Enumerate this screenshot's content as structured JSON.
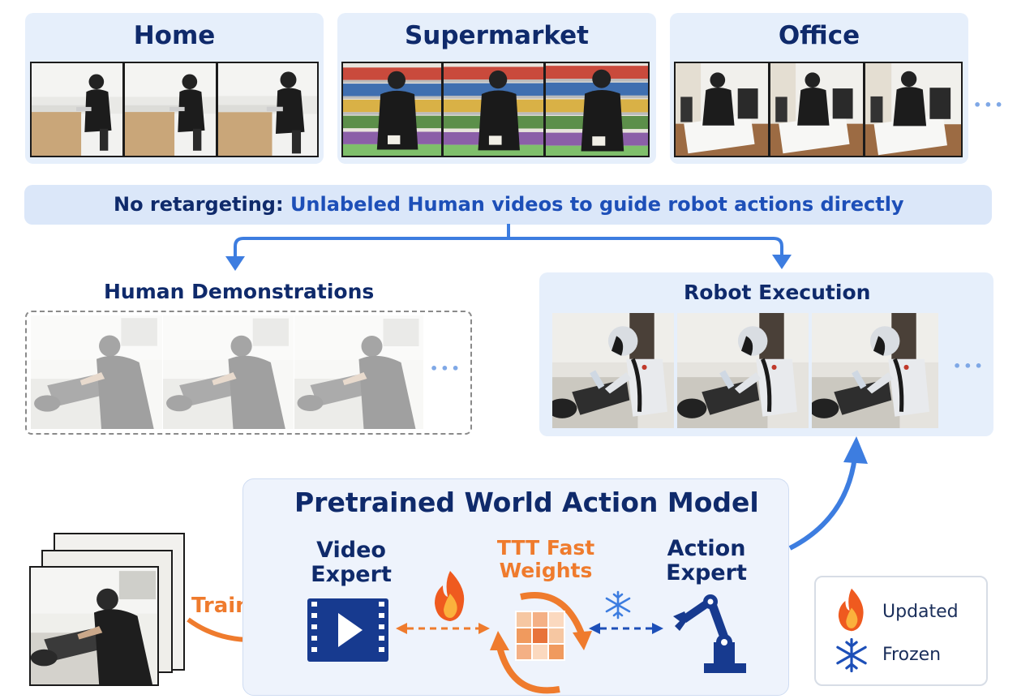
{
  "scenes": [
    {
      "title": "Home"
    },
    {
      "title": "Supermarket"
    },
    {
      "title": "Office"
    }
  ],
  "banner": {
    "prefix": "No retargeting:",
    "text": "Unlabeled Human videos to guide robot actions directly"
  },
  "human_demos": {
    "title": "Human Demonstrations"
  },
  "robot_exec": {
    "title": "Robot Execution"
  },
  "model": {
    "title": "Pretrained World Action Model",
    "video_expert": {
      "line1": "Video",
      "line2": "Expert"
    },
    "ttt": {
      "line1": "TTT Fast",
      "line2": "Weights"
    },
    "action_expert": {
      "line1": "Action",
      "line2": "Expert"
    }
  },
  "train_label": "Train",
  "legend": {
    "updated": "Updated",
    "frozen": "Frozen"
  },
  "ellipsis": "•••",
  "colors": {
    "panel": "#e6effb",
    "navy": "#0f2a6b",
    "blue": "#1d4fb8",
    "arrow_blue": "#3d7de0",
    "orange": "#ef7b2d",
    "icon_navy": "#173a8f"
  },
  "icons": [
    "video-play-icon",
    "weight-grid-icon",
    "robot-arm-icon",
    "flame-icon",
    "snowflake-icon"
  ]
}
